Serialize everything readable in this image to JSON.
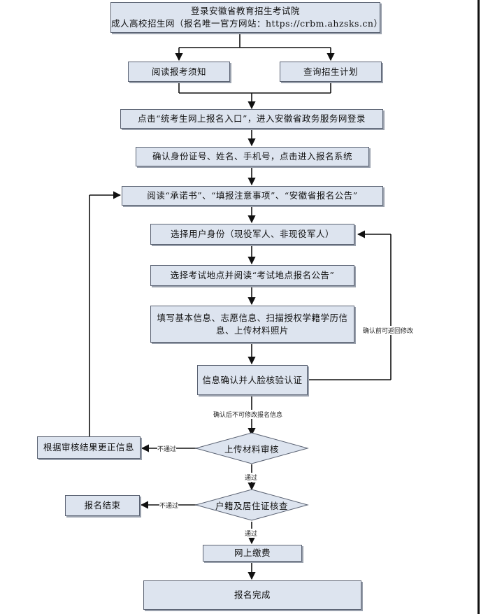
{
  "flow": {
    "login_line1": "登录安徽省教育招生考试院",
    "login_line2": "成人高校招生网（报名唯一官方网站：https://crbm.ahzsks.cn）",
    "read_notice": "阅读报考须知",
    "query_plan": "查询招生计划",
    "click_entry": "点击“统考生网上报名入口”，进入安徽省政务服务网登录",
    "confirm_id": "确认身份证号、姓名、手机号，点击进入报名系统",
    "read_docs": "阅读“承诺书”、“填报注意事项”、“安徽省报名公告”",
    "select_identity": "选择用户身份（现役军人、非现役军人）",
    "select_site": "选择考试地点并阅读“考试地点报名公告”",
    "fill_info_line1": "填写基本信息、志愿信息、扫描授权学籍学历信",
    "fill_info_line2": "息、上传材料照片",
    "face_verify": "信息确认并人脸核验认证",
    "upload_review": "上传材料审核",
    "correct_info": "根据审核结果更正信息",
    "household_check": "户籍及居住证核查",
    "registration_end": "报名结束",
    "online_pay": "网上缴费",
    "registration_done": "报名完成"
  },
  "labels": {
    "can_return": "确认前可返回修改",
    "no_modify_after": "确认后不可修改报名信息",
    "fail_1": "不通过",
    "pass_1": "通过",
    "fail_2": "不通过",
    "pass_2": "通过"
  }
}
